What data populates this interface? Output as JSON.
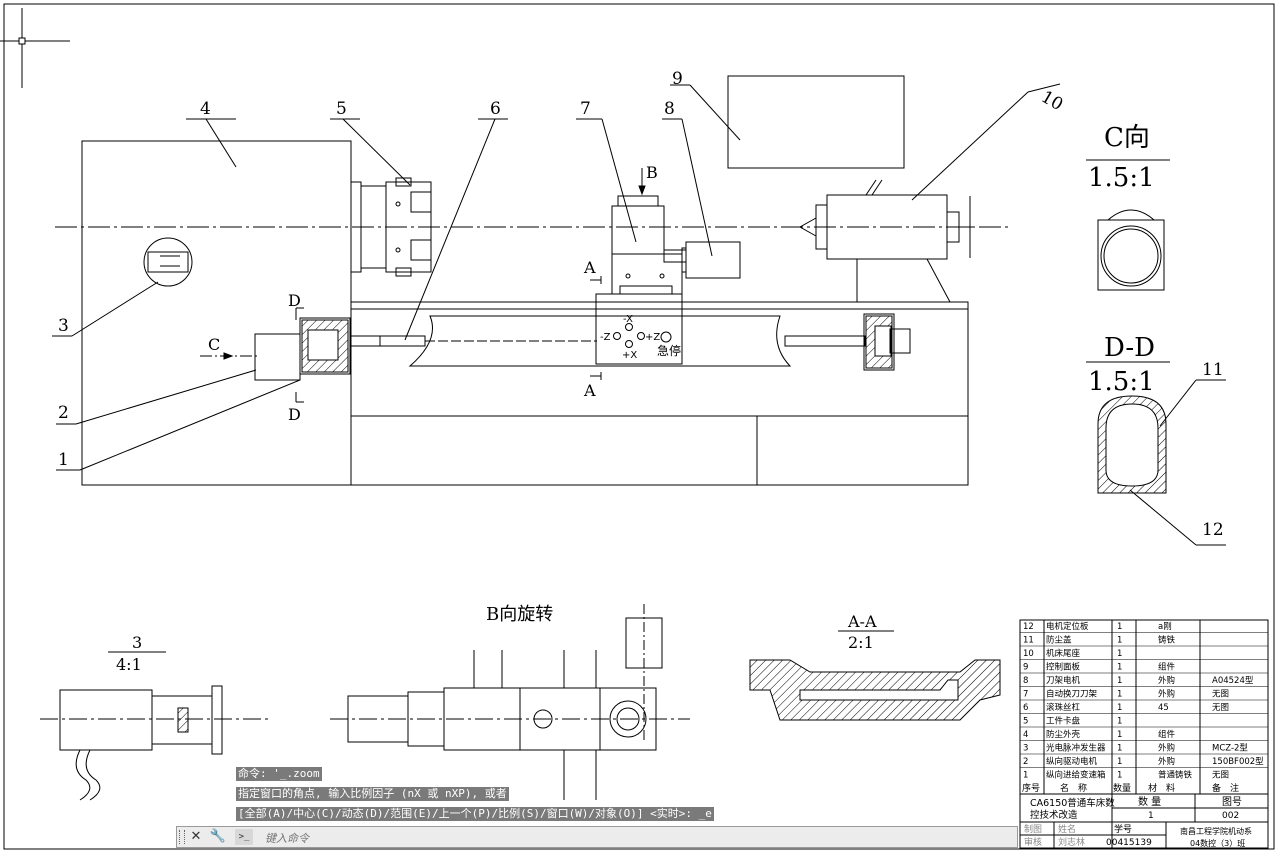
{
  "callouts": [
    "1",
    "2",
    "3",
    "4",
    "5",
    "6",
    "7",
    "8",
    "9",
    "10",
    "11",
    "12"
  ],
  "view_labels": {
    "C": "C",
    "D": "D",
    "A": "A",
    "B": "B",
    "c_view": "C向",
    "c_scale": "1.5:1",
    "dd_view": "D-D",
    "dd_scale": "1.5:1",
    "detail3": "3",
    "detail3_scale": "4:1",
    "b_rotate": "B向旋转",
    "aa_view": "A-A",
    "aa_scale": "2:1"
  },
  "panel": {
    "minus_x": "-X",
    "plus_x": "+X",
    "minus_z": "-Z",
    "plus_z": "+Z",
    "estop": "急停"
  },
  "bom": {
    "rows": [
      {
        "no": "12",
        "name": "电机定位板",
        "qty": "1",
        "material": "a刚",
        "note": ""
      },
      {
        "no": "11",
        "name": "防尘盖",
        "qty": "1",
        "material": "铸铁",
        "note": ""
      },
      {
        "no": "10",
        "name": "机床尾座",
        "qty": "1",
        "material": "",
        "note": ""
      },
      {
        "no": "9",
        "name": "控制面板",
        "qty": "1",
        "material": "组件",
        "note": ""
      },
      {
        "no": "8",
        "name": "刀架电机",
        "qty": "1",
        "material": "外购",
        "note": "A04524型"
      },
      {
        "no": "7",
        "name": "自动换刀刀架",
        "qty": "1",
        "material": "外购",
        "note": "无图"
      },
      {
        "no": "6",
        "name": "滚珠丝杠",
        "qty": "1",
        "material": "45",
        "note": "无图"
      },
      {
        "no": "5",
        "name": "工件卡盘",
        "qty": "1",
        "material": "",
        "note": ""
      },
      {
        "no": "4",
        "name": "防尘外壳",
        "qty": "1",
        "material": "组件",
        "note": ""
      },
      {
        "no": "3",
        "name": "光电脉冲发生器",
        "qty": "1",
        "material": "外购",
        "note": "MCZ-2型"
      },
      {
        "no": "2",
        "name": "纵向驱动电机",
        "qty": "1",
        "material": "外购",
        "note": "150BF002型"
      },
      {
        "no": "1",
        "name": "纵向进给变速箱",
        "qty": "1",
        "material": "普通铸铁",
        "note": "无图"
      }
    ],
    "header": {
      "no": "序号",
      "name": "名　称",
      "qty": "数量",
      "material": "材　料",
      "note": "备　注"
    },
    "title": "CA6150普通车床数控技术改造",
    "qty_label": "数 量",
    "drawing_no_label": "图号",
    "qty_value": "1",
    "drawing_no": "002",
    "draw_label": "制图",
    "name_label": "姓名",
    "student_id_label": "学号",
    "review_label": "审核",
    "review_name": "刘志林",
    "student_id": "00415139",
    "school": "南昌工程学院机动系",
    "class_name": "04数控（3）班"
  },
  "command_log": [
    "命令: '_.zoom",
    "指定窗口的角点, 输入比例因子 (nX 或 nXP), 或者",
    "[全部(A)/中心(C)/动态(D)/范围(E)/上一个(P)/比例(S)/窗口(W)/对象(O)] <实时>: _e"
  ],
  "command_input": {
    "placeholder": "键入命令",
    "close_icon": "✕",
    "settings_icon": "🔧",
    "prompt_icon": ">_"
  }
}
